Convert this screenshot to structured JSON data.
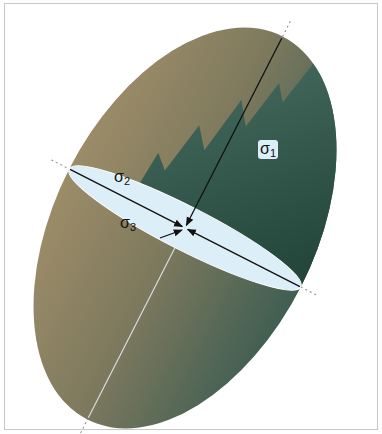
{
  "diagram": {
    "labels": [
      "σ1",
      "σ2",
      "σ3"
    ]
  }
}
